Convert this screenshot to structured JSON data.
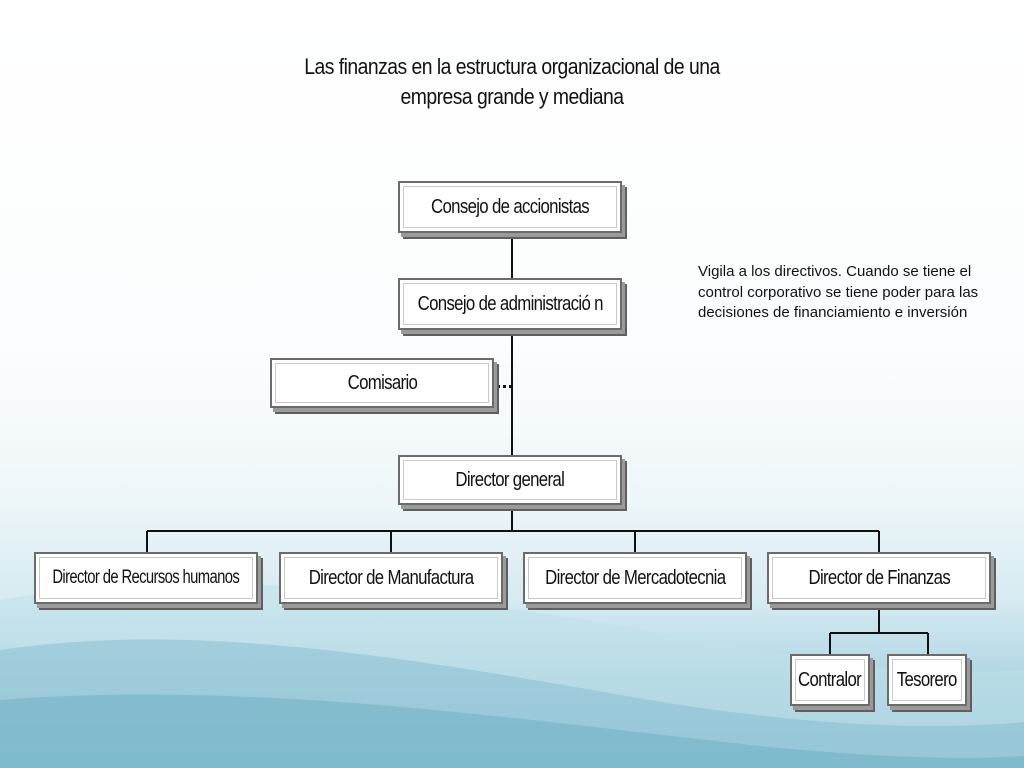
{
  "slide": {
    "title_line1": "Las finanzas en la estructura organizacional de una",
    "title_line2": "empresa grande y mediana",
    "note": "Vigila a los directivos. Cuando se tiene el control corporativo se tiene poder  para las decisiones de financiamiento e inversión"
  },
  "org": {
    "consejo_accionistas": "Consejo de accionistas",
    "consejo_administracion": "Consejo de administració n",
    "comisario": "Comisario",
    "director_general": "Director general",
    "director_rh": "Director de Recursos humanos",
    "director_manufactura": "Director de Manufactura",
    "director_mercadotecnia": "Director de Mercadotecnia",
    "director_finanzas": "Director de Finanzas",
    "contralor": "Contralor",
    "tesorero": "Tesorero"
  }
}
